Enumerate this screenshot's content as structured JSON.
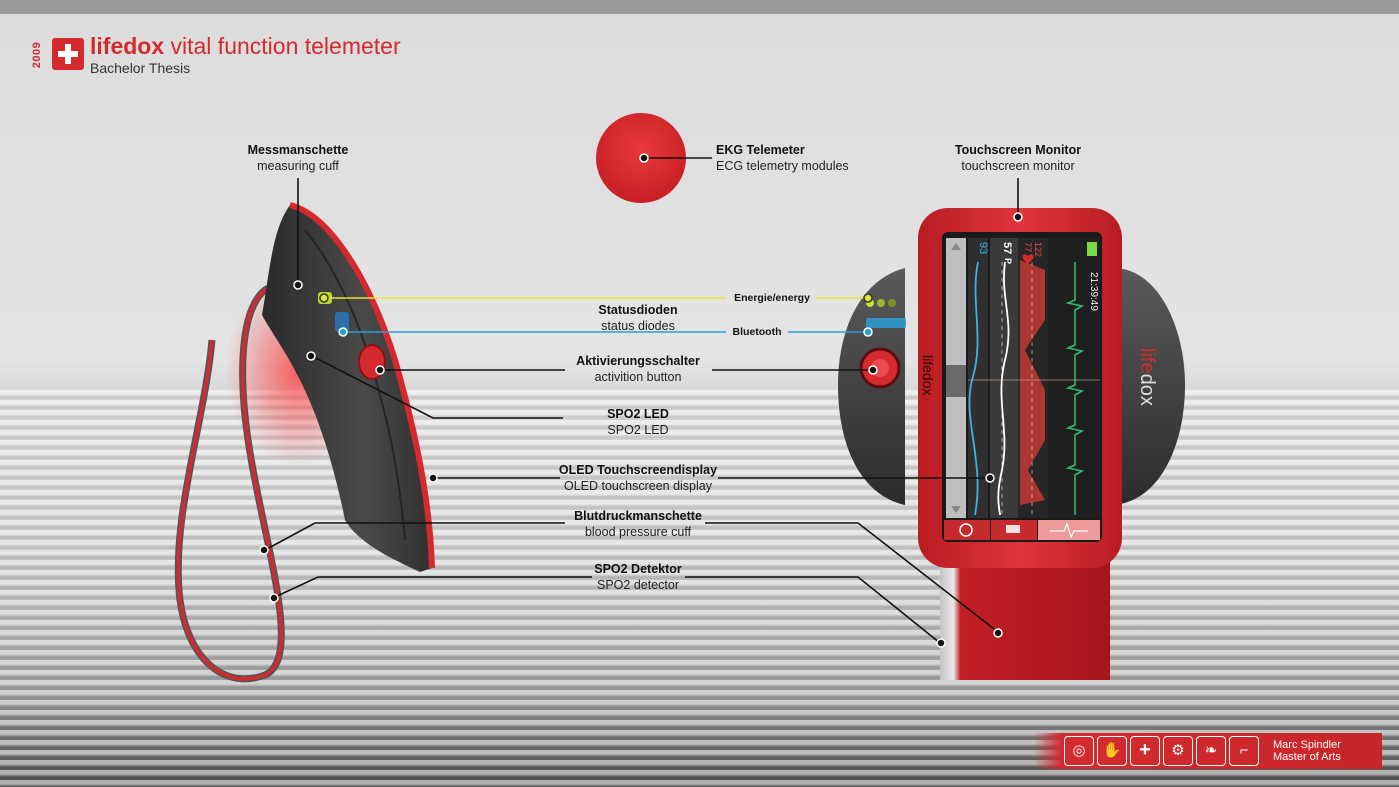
{
  "header": {
    "year": "2009",
    "title_brand": "lifedox",
    "title_rest": " vital function telemeter",
    "subtitle": "Bachelor Thesis"
  },
  "labels": {
    "cuff": {
      "de": "Messmanschette",
      "en": "measuring cuff"
    },
    "ekg": {
      "de": "EKG Telemeter",
      "en": "ECG telemetry modules"
    },
    "touch": {
      "de": "Touchscreen Monitor",
      "en": "touchscreen monitor"
    },
    "status": {
      "de": "Statusdioden",
      "en": "status diodes"
    },
    "energy": "Energie/energy",
    "bluetooth": "Bluetooth",
    "activation": {
      "de": "Aktivierungsschalter",
      "en": "activition button"
    },
    "spo2led": {
      "de": "SPO2 LED",
      "en": "SPO2 LED"
    },
    "oled": {
      "de": "OLED Touchscreendisplay",
      "en": "OLED touchscreen display"
    },
    "bp": {
      "de": "Blutdruckmanschette",
      "en": "blood pressure cuff"
    },
    "spo2det": {
      "de": "SPO2 Detektor",
      "en": "SPO2 detector"
    }
  },
  "device": {
    "brand_side": "lifedox",
    "brand_right_a": "life",
    "brand_right_b": "dox",
    "time": "21:39:49",
    "spo2": "93",
    "pulse": "57",
    "pulse_unit": "P",
    "bp_sys": "122",
    "bp_dia": "77"
  },
  "footer": {
    "name": "Marc Spindler",
    "degree": "Master of Arts"
  },
  "colors": {
    "accent": "#d42a2e",
    "energy_line": "#e6e23a",
    "bluetooth_line": "#2a9fd6",
    "ecg": "#2fb872",
    "spo2_wave": "#3ab3e6"
  }
}
